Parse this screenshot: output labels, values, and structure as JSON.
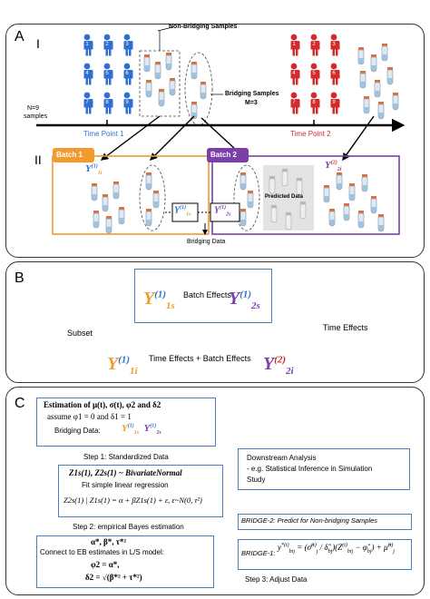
{
  "panelA": {
    "label": "A",
    "section1": "I",
    "section2": "II",
    "nonBridging": "Non-Bridging Samples",
    "bridgingSamples": "Bridging Samples",
    "m": "M=3",
    "n": "N=9",
    "samples": "samples",
    "tp1": "Time Point 1",
    "tp2": "Time Point 2",
    "batch1": "Batch 1",
    "batch2": "Batch 2",
    "predicted": "Predicted Data",
    "bridgingData": "Bridging Data",
    "y1i": "Y",
    "y1s": "Y",
    "y2s": "Y",
    "y2i": "Y"
  },
  "panelB": {
    "label": "B",
    "batchEffects": "Batch Effects",
    "subset": "Subset",
    "timeEffects": "Time Effects",
    "timeBatch": "Time Effects + Batch Effects"
  },
  "panelC": {
    "label": "C",
    "estTitle": "Estimation of μ(t), σ(t), φ2 and δ2",
    "assume": "assume φ1 = 0 and δ1 = 1",
    "bridgingData": "Bridging Data:",
    "step1": "Step 1: Standardized Data",
    "bivariate": "Z1s(1), Z2s(1) ~ BivariateNormal",
    "fit": "Fit simple linear regression",
    "regression": "Z2s(1) | Z1s(1) = α + βZ1s(1) + ε, ε~N(0, τ²)",
    "step2": "Step 2: empirical Bayes estimation",
    "ebLine1": "α*, β*, τ*²",
    "ebLine2": "Connect to EB estimates in L/S model:",
    "ebLine3": "φ2 = α*,",
    "ebLine4": "δ2 = √(β*² + τ*²)",
    "downstream1": "Downstream Analysis",
    "downstream2": "- e.g. Statistical Inference in Simulation",
    "downstream3": "Study",
    "bridge2": "BRIDGE-2: Predict for Non-bridging Samples",
    "bridge1": "BRIDGE-1:",
    "step3": "Step 3: Adjust Data"
  },
  "colors": {
    "blue": "#2e6fd1",
    "red": "#d42a2a",
    "orange": "#f29a2e",
    "purple": "#7a3fa8",
    "arrowBlue": "#4a7fbf"
  },
  "icons": [
    "person-icon",
    "sample-tube-icon",
    "arrow-icon"
  ]
}
